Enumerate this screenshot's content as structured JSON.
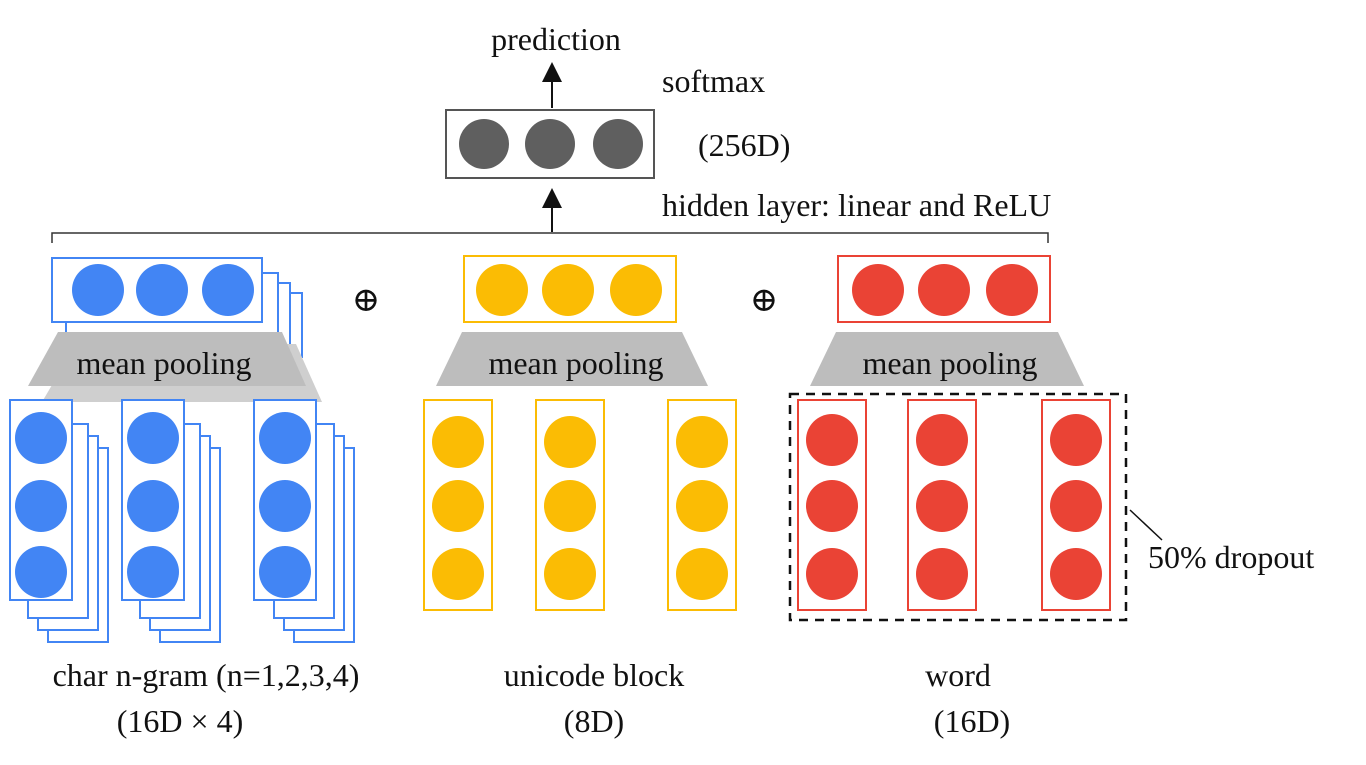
{
  "top": {
    "prediction_label": "prediction",
    "softmax_label": "softmax",
    "hidden_dim_label": "(256D)",
    "hidden_layer_label": "hidden layer: linear and ReLU"
  },
  "operators": {
    "concat_symbol": "⊕"
  },
  "branches": {
    "char": {
      "pooling_label": "mean pooling",
      "caption_line1": "char n-gram (n=1,2,3,4)",
      "caption_line2": "(16D × 4)",
      "color": "#4285f4"
    },
    "unicode": {
      "pooling_label": "mean pooling",
      "caption_line1": "unicode block",
      "caption_line2": "(8D)",
      "color": "#fbbc04"
    },
    "word": {
      "pooling_label": "mean pooling",
      "caption_line1": "word",
      "caption_line2": "(16D)",
      "color": "#ea4335",
      "dropout_label": "50% dropout"
    }
  },
  "colors": {
    "hidden_unit": "#5f5f5f",
    "pooling": "#bdbdbd",
    "char": "#4285f4",
    "unicode": "#fbbc04",
    "word": "#ea4335"
  }
}
